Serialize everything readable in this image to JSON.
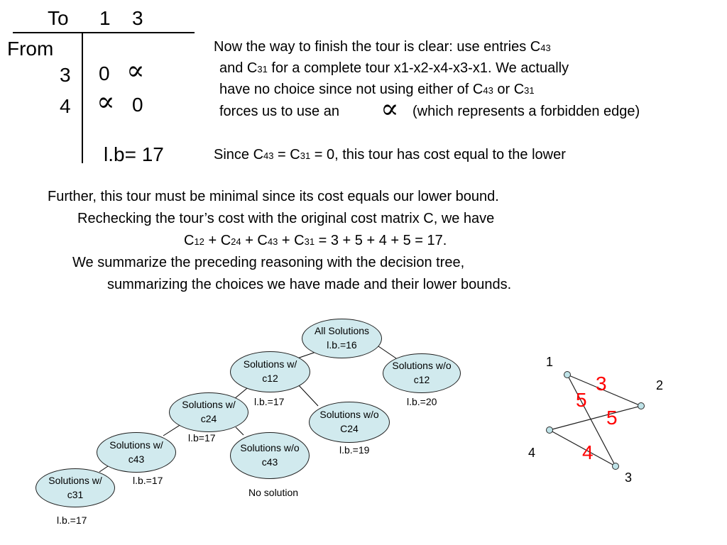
{
  "matrix": {
    "to_label": "To",
    "col_headers": [
      "1",
      "3"
    ],
    "from_label": "From",
    "rows": [
      {
        "label": "3",
        "cells": [
          "0",
          "∝"
        ]
      },
      {
        "label": "4",
        "cells": [
          "∝",
          "0"
        ]
      }
    ],
    "lower_bound": "l.b= 17"
  },
  "paragraph1": {
    "line1": {
      "pre": "Now the way to finish the tour is clear: use entries C",
      "sub1": "43"
    },
    "line2": {
      "pre": "and C",
      "sub1": "31",
      "post": " for a complete tour x1-x2-x4-x3-x1.  We actually"
    },
    "line3": {
      "pre": "have no choice since not using either of C",
      "sub1": "43",
      "mid": " or C",
      "sub2": "31"
    },
    "line4": {
      "pre": "forces us to use an",
      "inf": "∝",
      "post": "(which represents a forbidden edge)"
    }
  },
  "paragraph2": {
    "pre": "Since C",
    "sub1": "43",
    "mid": " = C",
    "sub2": "31",
    "post": " = 0, this tour has cost equal to the lower"
  },
  "paragraph3": {
    "line1": "Further, this tour must be minimal since its cost equals our lower bound.",
    "line2": "Rechecking the tour’s cost with the original cost matrix C, we have",
    "line3": {
      "c": "C",
      "s1": "12",
      "s2": "24",
      "s3": "43",
      "s4": "31",
      "plus": " + C",
      "post": " = 3 + 5 + 4 + 5 = 17."
    },
    "line4": "We summarize the preceding reasoning with the decision tree,",
    "line5": "summarizing the choices we have made and their lower bounds."
  },
  "tree": {
    "nodes": {
      "root": [
        "All Solutions",
        "l.b.=16"
      ],
      "with_c12": [
        "Solutions w/",
        "c12"
      ],
      "without_c12": [
        "Solutions w/o",
        "c12"
      ],
      "with_c24": [
        "Solutions w/",
        "c24"
      ],
      "without_c24": [
        "Solutions w/o",
        "C24"
      ],
      "with_c43": [
        "Solutions w/",
        "c43"
      ],
      "without_c43": [
        "Solutions w/o",
        "c43"
      ],
      "with_c31": [
        "Solutions w/",
        "c31"
      ]
    },
    "labels": {
      "with_c12": "l.b.=17",
      "without_c12": "l.b.=20",
      "with_c24": "l.b=17",
      "without_c24": "l.b.=19",
      "with_c43": "l.b.=17",
      "without_c43": "No solution",
      "with_c31": "l.b.=17"
    }
  },
  "graph": {
    "vertex_labels": [
      "1",
      "2",
      "3",
      "4"
    ],
    "edge_labels": [
      "3",
      "5",
      "5",
      "4"
    ],
    "colors": {
      "edge_label": "#ff0000",
      "node_fill": "#d1eaee",
      "node_dot": "#bfe3e8"
    }
  }
}
